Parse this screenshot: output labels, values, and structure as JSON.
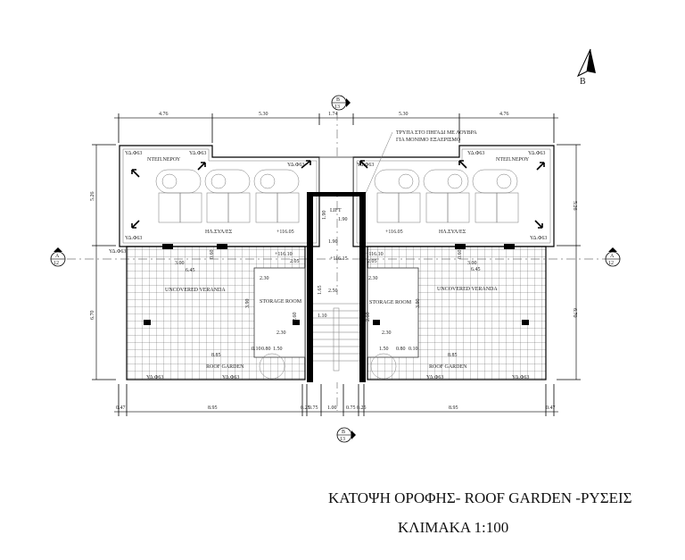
{
  "title": "ΚΑΤΟΨΗ ΟΡΟΦΗΣ- ROOF GARDEN -ΡΥΣΕΙΣ",
  "scale": "ΚΛΙΜΑΚΑ 1:100",
  "north_label": "B",
  "section_a": {
    "letter": "A",
    "number": "12"
  },
  "section_b": {
    "letter": "B",
    "number": "13"
  },
  "top_dims": [
    "4.76",
    "5.30",
    "1.74",
    "5.30",
    "4.76"
  ],
  "side_dims": {
    "upper": "5.26",
    "lower": "6.70"
  },
  "bottom_dims": [
    "0.47",
    "8.95",
    "0.25",
    "0.75",
    "1.00",
    "0.75",
    "0.25",
    "8.95",
    "0.47"
  ],
  "note": [
    "ΤΡΥΠΑ ΣΤΟ ΠΗΓΑΔΙ ΜΕ ΛΟΥΒΡΑ",
    "ΓΙΑ ΜΟΝΙΜΟ ΕΞΑΕΡΙΣΜΟ"
  ],
  "labels": {
    "drain": "ΥΔ.Φ63",
    "water_tank": "ΝΤΕΠ.ΝΕΡΟΥ",
    "solar": "ΗΛ.ΣΥΛ/ΕΣ",
    "level_roof": "+116.05",
    "level_landing": "+116.10",
    "level_core": "+116.15",
    "lift": "LIFT",
    "uncovered_veranda": "UNCOVERED VERANDA",
    "storage_room": "STORAGE ROOM",
    "roof_garden": "ROOF GARDEN"
  },
  "inner_dims": {
    "lift_w": "1.90",
    "lift_h": "1.90",
    "core_w": "1.90",
    "stair_w": "2.50",
    "stair_h": "1.65",
    "veranda_w": "6.45",
    "tank_w": "3.00",
    "storage_w": "2.30",
    "storage_h": "3.90",
    "storage_h2": "2.60",
    "garden_w": "8.85",
    "door_a": "0.80",
    "gap": "0.10",
    "door_b": "2.05",
    "stair_s": "1.50",
    "stair_w2": "1.10",
    "pad": "0.60"
  }
}
